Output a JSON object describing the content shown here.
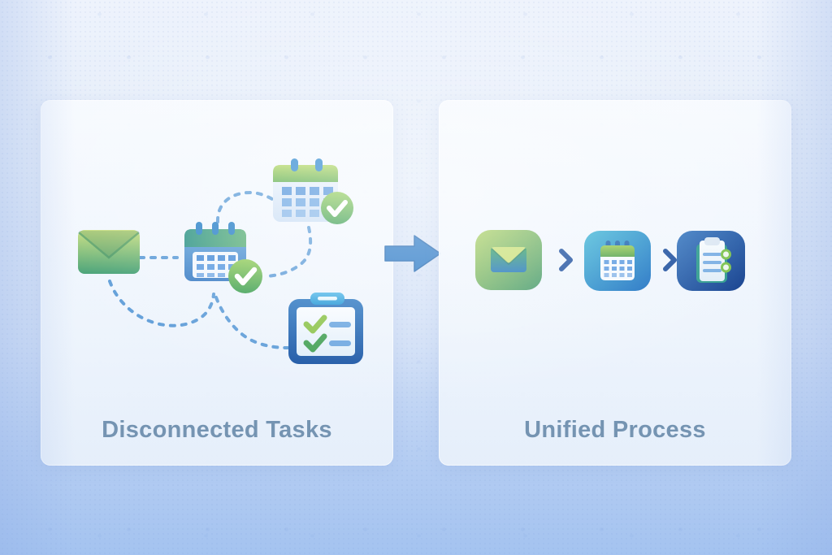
{
  "figure": {
    "type": "before-after-process-diagram",
    "description": "Scattered task icons versus unified three-step workflow"
  },
  "left_panel": {
    "title": "Disconnected Tasks",
    "icons": [
      {
        "name": "envelope-icon"
      },
      {
        "name": "calendar-check-teal-icon"
      },
      {
        "name": "calendar-check-green-icon"
      },
      {
        "name": "clipboard-checklist-icon"
      }
    ],
    "connector": {
      "style": "dashed-curves",
      "color": "#4f94d4"
    }
  },
  "center_arrow": {
    "name": "right-arrow-icon",
    "direction": "right",
    "color": "#2878c6"
  },
  "right_panel": {
    "title": "Unified Process",
    "steps": [
      {
        "name": "mail-app-icon",
        "tile_color_start": "#abd05f",
        "tile_color_end": "#459a6a"
      },
      {
        "name": "calendar-app-icon",
        "tile_color_start": "#3db6d6",
        "tile_color_end": "#1a6fc2"
      },
      {
        "name": "clipboard-app-icon",
        "tile_color_start": "#3576c0",
        "tile_color_end": "#15418f"
      }
    ],
    "separator": {
      "name": "chevron-right-icon",
      "color": "#1d4f9e"
    }
  },
  "palette": {
    "background_top": "#eef3fc",
    "background_bottom": "#a4c3f0",
    "panel_bg": "#f5f9fe",
    "title_text": "#7594b2",
    "check_green_start": "#94cd5c",
    "check_green_end": "#3d9f54"
  }
}
